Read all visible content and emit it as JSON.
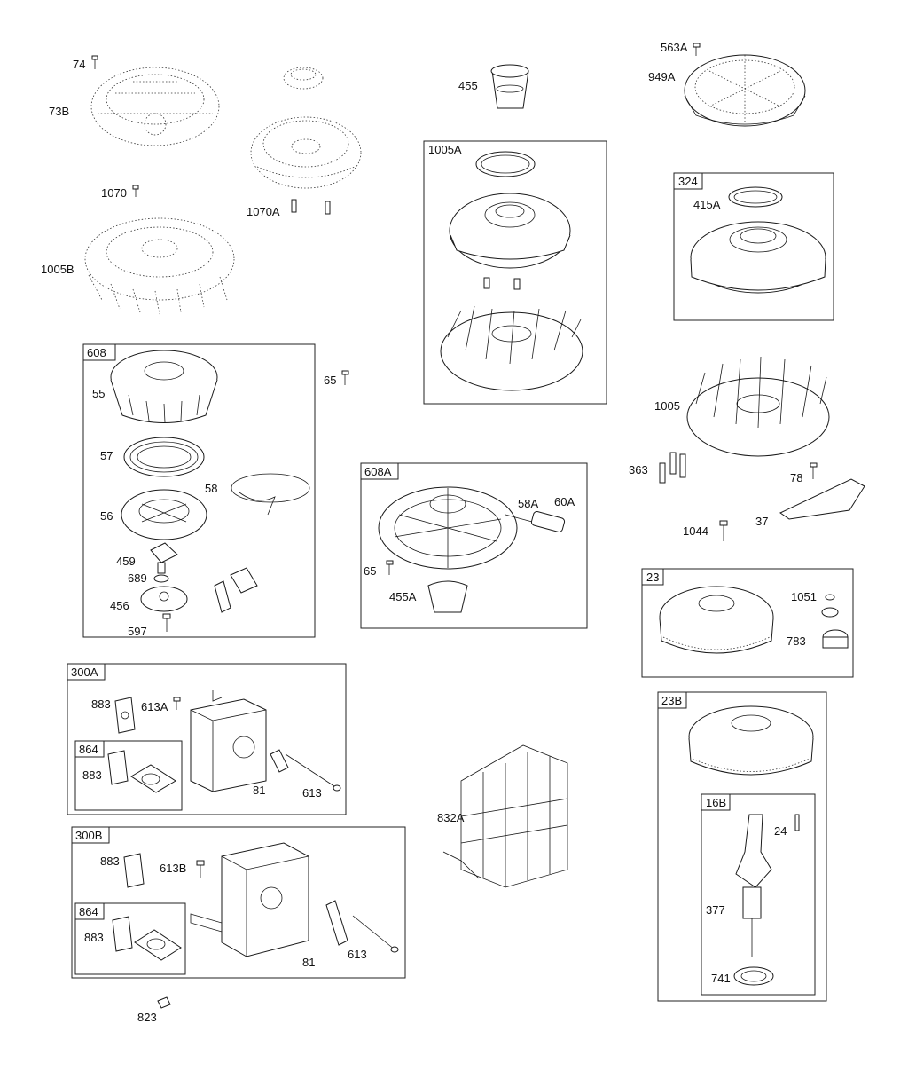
{
  "diagram": {
    "boxes": [
      {
        "id": "box-608",
        "tag": "608"
      },
      {
        "id": "box-1005A",
        "tag": "1005A"
      },
      {
        "id": "box-324",
        "tag": "324"
      },
      {
        "id": "box-608A",
        "tag": "608A"
      },
      {
        "id": "box-23",
        "tag": "23"
      },
      {
        "id": "box-23B",
        "tag": "23B"
      },
      {
        "id": "box-16B",
        "tag": "16B"
      },
      {
        "id": "box-300A",
        "tag": "300A"
      },
      {
        "id": "box-864a",
        "tag": "864"
      },
      {
        "id": "box-300B",
        "tag": "300B"
      },
      {
        "id": "box-864b",
        "tag": "864"
      }
    ],
    "labels": {
      "p74": "74",
      "p73B": "73B",
      "p1070": "1070",
      "p1070A": "1070A",
      "p1005B": "1005B",
      "p455": "455",
      "p563A": "563A",
      "p949A": "949A",
      "p415A": "415A",
      "p55": "55",
      "p57": "57",
      "p58": "58",
      "p56": "56",
      "p459": "459",
      "p689": "689",
      "p456": "456",
      "p597": "597",
      "p65a": "65",
      "p65b": "65",
      "p58A": "58A",
      "p60A": "60A",
      "p455A": "455A",
      "p1005": "1005",
      "p363": "363",
      "p78": "78",
      "p37": "37",
      "p1044": "1044",
      "p1051": "1051",
      "p783": "783",
      "p883a": "883",
      "p613A": "613A",
      "p883b": "883",
      "p81a": "81",
      "p613a": "613",
      "p832A": "832A",
      "p883c": "883",
      "p613B": "613B",
      "p883d": "883",
      "p81b": "81",
      "p613b": "613",
      "p823": "823",
      "p24": "24",
      "p377": "377",
      "p741": "741"
    }
  }
}
